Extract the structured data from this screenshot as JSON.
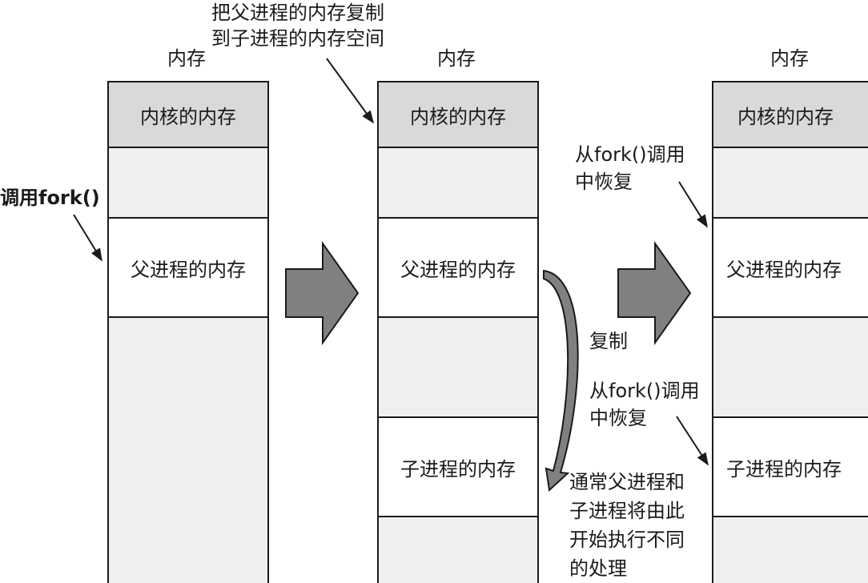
{
  "colors": {
    "kernel": "#d9d9d9",
    "light": "#efefef",
    "white": "#ffffff",
    "arrow_fill": "#808080",
    "line": "#1a1a1a"
  },
  "annotations": {
    "copy_note": "把父进程的内存复制\n到子进程的内存空间",
    "call_fork": "调用fork()",
    "resume_top": "从fork()调用\n中恢复",
    "copy": "复制",
    "resume_bottom": "从fork()调用\n中恢复",
    "diverge": "通常父进程和\n子进程将由此\n开始执行不同\n的处理"
  },
  "columns": [
    {
      "title": "内存",
      "segments": [
        {
          "label": "内核的内存",
          "shade": "kernel"
        },
        {
          "label": "",
          "shade": "light"
        },
        {
          "label": "父进程的内存",
          "shade": "white"
        },
        {
          "label": "",
          "shade": "light"
        }
      ]
    },
    {
      "title": "内存",
      "segments": [
        {
          "label": "内核的内存",
          "shade": "kernel"
        },
        {
          "label": "",
          "shade": "light"
        },
        {
          "label": "父进程的内存",
          "shade": "white"
        },
        {
          "label": "",
          "shade": "light"
        },
        {
          "label": "子进程的内存",
          "shade": "white"
        },
        {
          "label": "",
          "shade": "light"
        }
      ]
    },
    {
      "title": "内存",
      "segments": [
        {
          "label": "内核的内存",
          "shade": "kernel"
        },
        {
          "label": "",
          "shade": "light"
        },
        {
          "label": "父进程的内存",
          "shade": "white"
        },
        {
          "label": "",
          "shade": "light"
        },
        {
          "label": "子进程的内存",
          "shade": "white"
        },
        {
          "label": "",
          "shade": "light"
        }
      ]
    }
  ]
}
